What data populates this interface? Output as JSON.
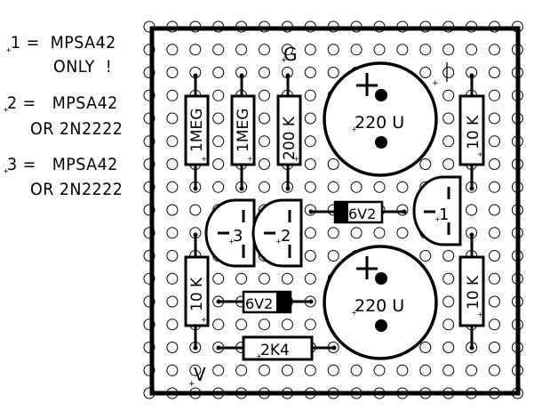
{
  "legend": [
    {
      "id": "1",
      "line1": "1 =  MPSA42",
      "line2": "ONLY  !"
    },
    {
      "id": "2",
      "line1": "2 =   MPSA42",
      "line2": "OR 2N2222"
    },
    {
      "id": "3",
      "line1": "3 =   MPSA42",
      "line2": "OR 2N2222"
    }
  ],
  "board": {
    "grid_columns": 17,
    "grid_rows": 17,
    "labels": {
      "top_input": "G",
      "top_right": "I",
      "bottom_input": "V"
    },
    "resistors": [
      {
        "name": "r-1meg-a",
        "value": "1MEG"
      },
      {
        "name": "r-1meg-b",
        "value": "1MEG"
      },
      {
        "name": "r-200k",
        "value": "200 K"
      },
      {
        "name": "r-10k-top-right",
        "value": "10 K"
      },
      {
        "name": "r-10k-left",
        "value": "10 K"
      },
      {
        "name": "r-10k-bottom-right",
        "value": "10 K"
      },
      {
        "name": "r-2k4",
        "value": "2K4"
      }
    ],
    "capacitors": [
      {
        "name": "cap-top",
        "value": "220 U",
        "polarity": "+"
      },
      {
        "name": "cap-bottom",
        "value": "220 U",
        "polarity": "+"
      }
    ],
    "zeners": [
      {
        "name": "zener-top",
        "value": "6V2"
      },
      {
        "name": "zener-bottom",
        "value": "6V2"
      }
    ],
    "transistors": [
      {
        "name": "transistor-3",
        "label": "3"
      },
      {
        "name": "transistor-2",
        "label": "2"
      },
      {
        "name": "transistor-1",
        "label": "1"
      }
    ]
  }
}
